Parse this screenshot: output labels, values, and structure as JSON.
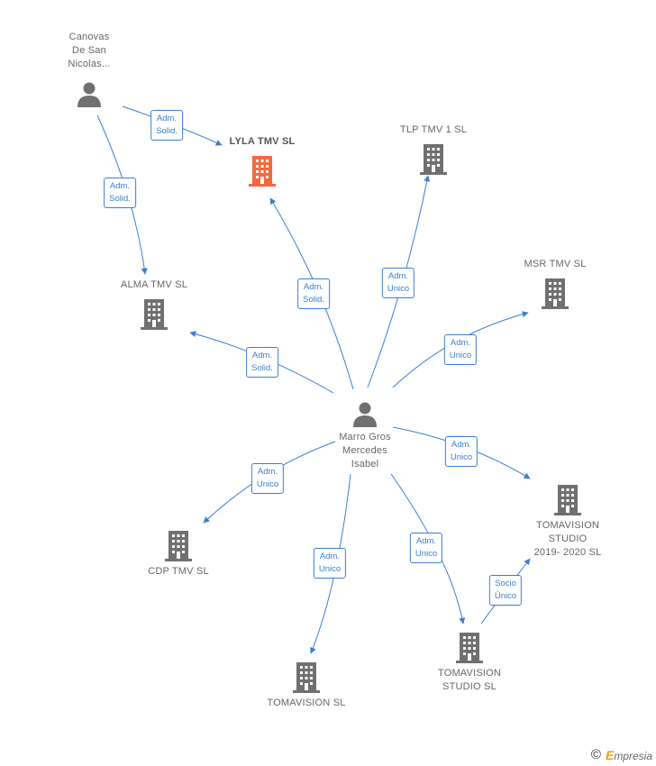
{
  "nodes": [
    {
      "id": "canovas",
      "label": "Canovas\nDe San\nNicolas...",
      "kind": "person"
    },
    {
      "id": "lyla",
      "label": "LYLA TMV  SL",
      "kind": "company",
      "highlight": true
    },
    {
      "id": "tlp",
      "label": "TLP TMV 1  SL",
      "kind": "company"
    },
    {
      "id": "msr",
      "label": "MSR TMV  SL",
      "kind": "company"
    },
    {
      "id": "alma",
      "label": "ALMA TMV  SL",
      "kind": "company"
    },
    {
      "id": "marro",
      "label": "Marro Gros\nMercedes\nIsabel",
      "kind": "person"
    },
    {
      "id": "tomastudio2019",
      "label": "TOMAVISION\nSTUDIO\n2019- 2020  SL",
      "kind": "company"
    },
    {
      "id": "cdp",
      "label": "CDP TMV  SL",
      "kind": "company"
    },
    {
      "id": "tomavision",
      "label": "TOMAVISION SL",
      "kind": "company"
    },
    {
      "id": "tomastudio",
      "label": "TOMAVISION\nSTUDIO  SL",
      "kind": "company"
    }
  ],
  "edges": [
    {
      "id": "e1",
      "from": "canovas",
      "to": "lyla",
      "label": "Adm.\nSolid."
    },
    {
      "id": "e2",
      "from": "canovas",
      "to": "alma",
      "label": "Adm.\nSolid."
    },
    {
      "id": "e3",
      "from": "marro",
      "to": "lyla",
      "label": "Adm.\nSolid."
    },
    {
      "id": "e4",
      "from": "marro",
      "to": "tlp",
      "label": "Adm.\nUnico"
    },
    {
      "id": "e5",
      "from": "marro",
      "to": "msr",
      "label": "Adm.\nUnico"
    },
    {
      "id": "e6",
      "from": "marro",
      "to": "alma",
      "label": "Adm.\nSolid."
    },
    {
      "id": "e7",
      "from": "marro",
      "to": "tomastudio2019",
      "label": "Adm.\nUnico"
    },
    {
      "id": "e8",
      "from": "marro",
      "to": "cdp",
      "label": "Adm.\nUnico"
    },
    {
      "id": "e9",
      "from": "marro",
      "to": "tomavision",
      "label": "Adm.\nUnico"
    },
    {
      "id": "e10",
      "from": "marro",
      "to": "tomastudio",
      "label": "Adm.\nUnico"
    },
    {
      "id": "e11",
      "from": "tomastudio",
      "to": "tomastudio2019",
      "label": "Socio\nÚnico"
    }
  ],
  "colors": {
    "edge": "#3a7fd0",
    "company_icon": "#707070",
    "highlight_icon": "#f26a3d",
    "person_icon": "#707070"
  },
  "brand": {
    "copyright": "©",
    "name": "mpresia",
    "initial": "E"
  }
}
